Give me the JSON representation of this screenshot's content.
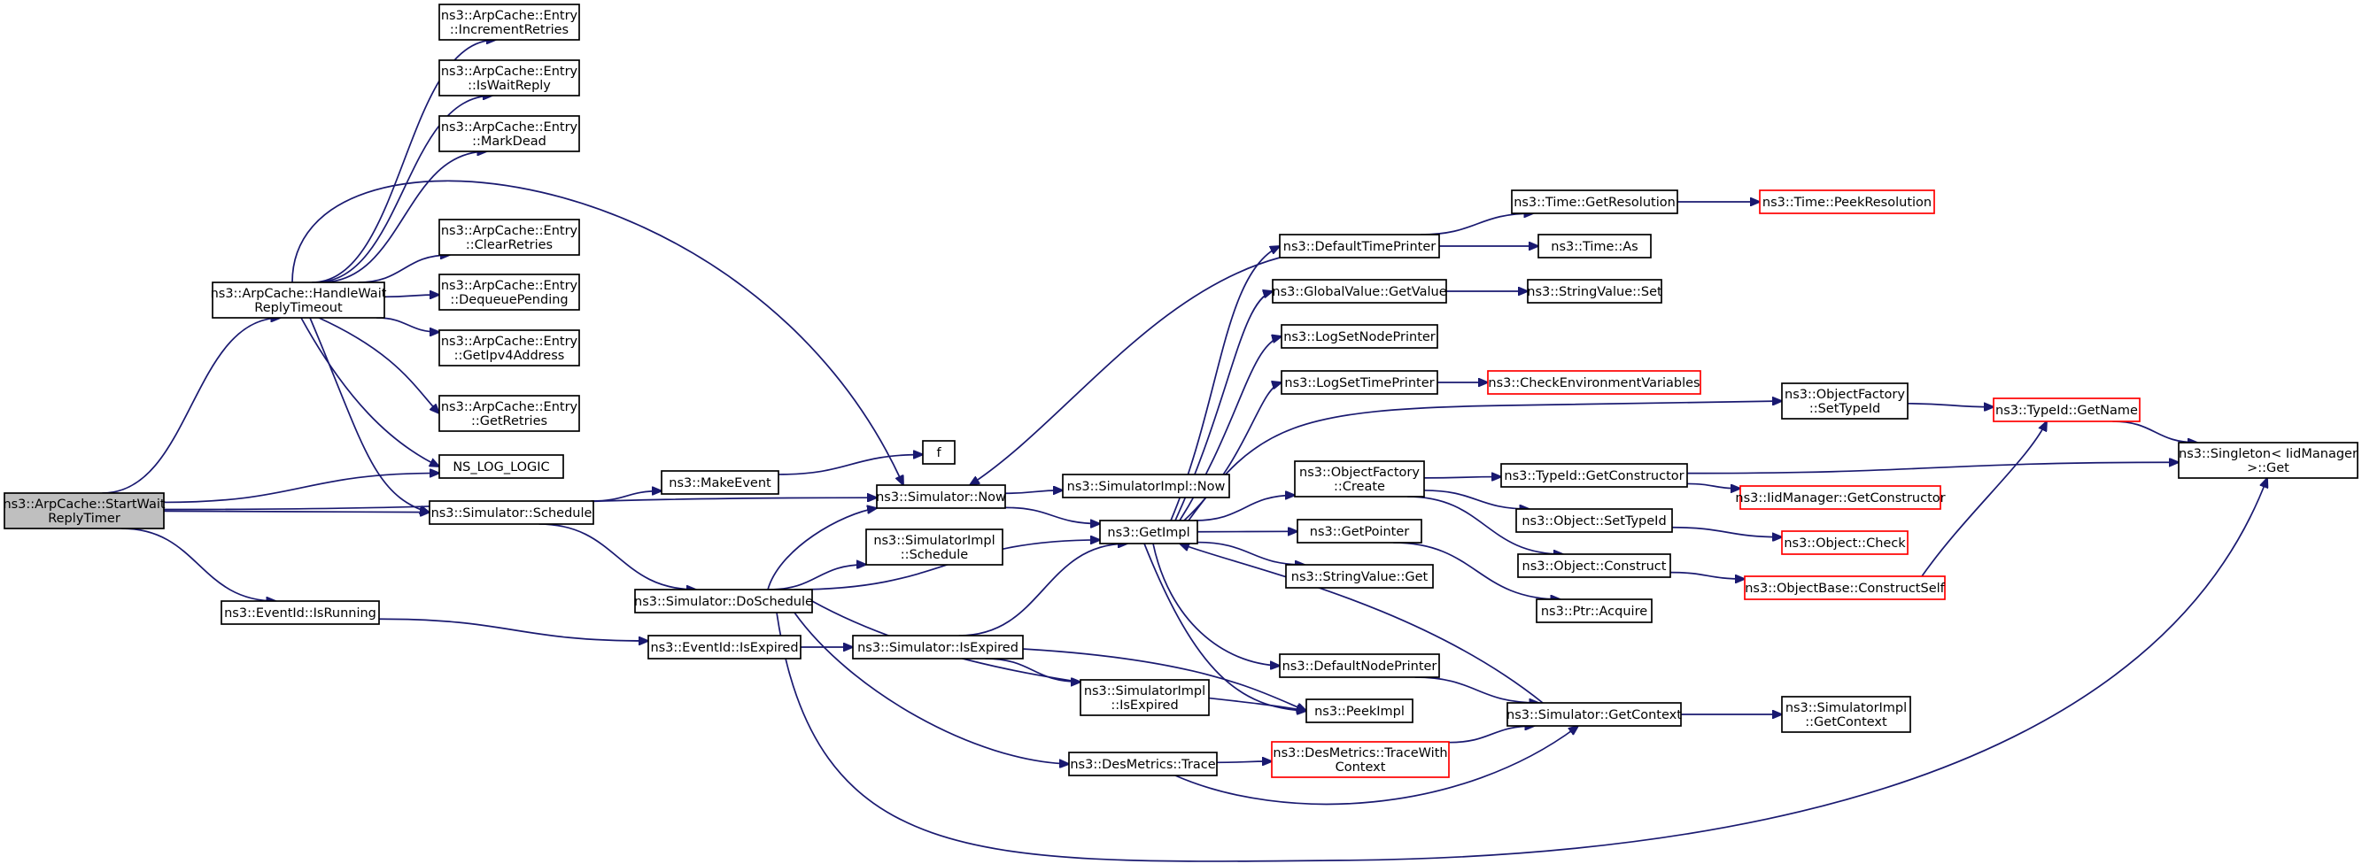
{
  "diagram": {
    "title": "",
    "colors": {
      "edge": "#191970",
      "border_normal": "#000000",
      "border_truncated": "#ff0000",
      "fill_normal": "#ffffff",
      "fill_root": "#bfbfbf",
      "text": "#000000"
    },
    "nodes": [
      {
        "id": "root",
        "lines": [
          "ns3::ArpCache::StartWait",
          "ReplyTimer"
        ],
        "style": "root"
      },
      {
        "id": "handle",
        "lines": [
          "ns3::ArpCache::HandleWait",
          "ReplyTimeout"
        ],
        "style": "normal"
      },
      {
        "id": "incr",
        "lines": [
          "ns3::ArpCache::Entry",
          "::IncrementRetries"
        ],
        "style": "normal"
      },
      {
        "id": "iswait",
        "lines": [
          "ns3::ArpCache::Entry",
          "::IsWaitReply"
        ],
        "style": "normal"
      },
      {
        "id": "markdead",
        "lines": [
          "ns3::ArpCache::Entry",
          "::MarkDead"
        ],
        "style": "normal"
      },
      {
        "id": "clearret",
        "lines": [
          "ns3::ArpCache::Entry",
          "::ClearRetries"
        ],
        "style": "normal"
      },
      {
        "id": "dequeue",
        "lines": [
          "ns3::ArpCache::Entry",
          "::DequeuePending"
        ],
        "style": "normal"
      },
      {
        "id": "getipv4",
        "lines": [
          "ns3::ArpCache::Entry",
          "::GetIpv4Address"
        ],
        "style": "normal"
      },
      {
        "id": "getret",
        "lines": [
          "ns3::ArpCache::Entry",
          "::GetRetries"
        ],
        "style": "normal"
      },
      {
        "id": "nslog",
        "lines": [
          "NS_LOG_LOGIC"
        ],
        "style": "normal"
      },
      {
        "id": "sched",
        "lines": [
          "ns3::Simulator::Schedule"
        ],
        "style": "normal"
      },
      {
        "id": "eventrun",
        "lines": [
          "ns3::EventId::IsRunning"
        ],
        "style": "normal"
      },
      {
        "id": "makeevent",
        "lines": [
          "ns3::MakeEvent"
        ],
        "style": "normal"
      },
      {
        "id": "f",
        "lines": [
          "f"
        ],
        "style": "normal"
      },
      {
        "id": "now",
        "lines": [
          "ns3::Simulator::Now"
        ],
        "style": "normal"
      },
      {
        "id": "simimplsched",
        "lines": [
          "ns3::SimulatorImpl",
          "::Schedule"
        ],
        "style": "normal"
      },
      {
        "id": "dosched",
        "lines": [
          "ns3::Simulator::DoSchedule"
        ],
        "style": "normal"
      },
      {
        "id": "eventexp",
        "lines": [
          "ns3::EventId::IsExpired"
        ],
        "style": "normal"
      },
      {
        "id": "simexp",
        "lines": [
          "ns3::Simulator::IsExpired"
        ],
        "style": "normal"
      },
      {
        "id": "simimplexp",
        "lines": [
          "ns3::SimulatorImpl",
          "::IsExpired"
        ],
        "style": "normal"
      },
      {
        "id": "desmetrics",
        "lines": [
          "ns3::DesMetrics::Trace"
        ],
        "style": "normal"
      },
      {
        "id": "simimplnow",
        "lines": [
          "ns3::SimulatorImpl::Now"
        ],
        "style": "normal"
      },
      {
        "id": "getimpl",
        "lines": [
          "ns3::GetImpl"
        ],
        "style": "normal"
      },
      {
        "id": "deftime",
        "lines": [
          "ns3::DefaultTimePrinter"
        ],
        "style": "normal"
      },
      {
        "id": "globalval",
        "lines": [
          "ns3::GlobalValue::GetValue"
        ],
        "style": "normal"
      },
      {
        "id": "lognode",
        "lines": [
          "ns3::LogSetNodePrinter"
        ],
        "style": "normal"
      },
      {
        "id": "logtime",
        "lines": [
          "ns3::LogSetTimePrinter"
        ],
        "style": "normal"
      },
      {
        "id": "objfcreate",
        "lines": [
          "ns3::ObjectFactory",
          "::Create"
        ],
        "style": "normal"
      },
      {
        "id": "getpointer",
        "lines": [
          "ns3::GetPointer"
        ],
        "style": "normal"
      },
      {
        "id": "strvalget",
        "lines": [
          "ns3::StringValue::Get"
        ],
        "style": "normal"
      },
      {
        "id": "defnode",
        "lines": [
          "ns3::DefaultNodePrinter"
        ],
        "style": "normal"
      },
      {
        "id": "peekimpl",
        "lines": [
          "ns3::PeekImpl"
        ],
        "style": "normal"
      },
      {
        "id": "tracewith",
        "lines": [
          "ns3::DesMetrics::TraceWith",
          "Context"
        ],
        "style": "truncated"
      },
      {
        "id": "timeres",
        "lines": [
          "ns3::Time::GetResolution"
        ],
        "style": "normal"
      },
      {
        "id": "timeas",
        "lines": [
          "ns3::Time::As"
        ],
        "style": "normal"
      },
      {
        "id": "strvalset",
        "lines": [
          "ns3::StringValue::Set"
        ],
        "style": "normal"
      },
      {
        "id": "checkenv",
        "lines": [
          "ns3::CheckEnvironmentVariables"
        ],
        "style": "truncated"
      },
      {
        "id": "typeidgetctor",
        "lines": [
          "ns3::TypeId::GetConstructor"
        ],
        "style": "normal"
      },
      {
        "id": "objsettype",
        "lines": [
          "ns3::Object::SetTypeId"
        ],
        "style": "normal"
      },
      {
        "id": "objconstruct",
        "lines": [
          "ns3::Object::Construct"
        ],
        "style": "normal"
      },
      {
        "id": "ptracq",
        "lines": [
          "ns3::Ptr::Acquire"
        ],
        "style": "normal"
      },
      {
        "id": "simgetctx",
        "lines": [
          "ns3::Simulator::GetContext"
        ],
        "style": "normal"
      },
      {
        "id": "peekres",
        "lines": [
          "ns3::Time::PeekResolution"
        ],
        "style": "truncated"
      },
      {
        "id": "objfsettype",
        "lines": [
          "ns3::ObjectFactory",
          "::SetTypeId"
        ],
        "style": "normal"
      },
      {
        "id": "typeidgetname",
        "lines": [
          "ns3::TypeId::GetName"
        ],
        "style": "truncated"
      },
      {
        "id": "iidgetctor",
        "lines": [
          "ns3::IidManager::GetConstructor"
        ],
        "style": "truncated"
      },
      {
        "id": "objcheck",
        "lines": [
          "ns3::Object::Check"
        ],
        "style": "truncated"
      },
      {
        "id": "objbaseconstruct",
        "lines": [
          "ns3::ObjectBase::ConstructSelf"
        ],
        "style": "truncated"
      },
      {
        "id": "simimplctx",
        "lines": [
          "ns3::SimulatorImpl",
          "::GetContext"
        ],
        "style": "normal"
      },
      {
        "id": "singleton",
        "lines": [
          "ns3::Singleton< IidManager",
          " >::Get"
        ],
        "style": "normal"
      }
    ],
    "edges": [
      [
        "root",
        "handle"
      ],
      [
        "root",
        "nslog"
      ],
      [
        "root",
        "sched"
      ],
      [
        "root",
        "now"
      ],
      [
        "root",
        "eventrun"
      ],
      [
        "handle",
        "incr"
      ],
      [
        "handle",
        "iswait"
      ],
      [
        "handle",
        "markdead"
      ],
      [
        "handle",
        "clearret"
      ],
      [
        "handle",
        "dequeue"
      ],
      [
        "handle",
        "getipv4"
      ],
      [
        "handle",
        "getret"
      ],
      [
        "handle",
        "nslog"
      ],
      [
        "handle",
        "sched"
      ],
      [
        "handle",
        "now"
      ],
      [
        "sched",
        "makeevent"
      ],
      [
        "sched",
        "dosched"
      ],
      [
        "makeevent",
        "f"
      ],
      [
        "eventrun",
        "eventexp"
      ],
      [
        "now",
        "simimplnow"
      ],
      [
        "now",
        "getimpl"
      ],
      [
        "dosched",
        "now"
      ],
      [
        "dosched",
        "simimplsched"
      ],
      [
        "dosched",
        "getimpl"
      ],
      [
        "dosched",
        "desmetrics"
      ],
      [
        "dosched",
        "peekimpl"
      ],
      [
        "dosched",
        "singleton"
      ],
      [
        "eventexp",
        "simexp"
      ],
      [
        "simexp",
        "getimpl"
      ],
      [
        "simexp",
        "simimplexp"
      ],
      [
        "simexp",
        "peekimpl"
      ],
      [
        "desmetrics",
        "tracewith"
      ],
      [
        "desmetrics",
        "simgetctx"
      ],
      [
        "tracewith",
        "simgetctx"
      ],
      [
        "getimpl",
        "deftime"
      ],
      [
        "getimpl",
        "globalval"
      ],
      [
        "getimpl",
        "lognode"
      ],
      [
        "getimpl",
        "logtime"
      ],
      [
        "getimpl",
        "objfsettype"
      ],
      [
        "getimpl",
        "objfcreate"
      ],
      [
        "getimpl",
        "getpointer"
      ],
      [
        "getimpl",
        "strvalget"
      ],
      [
        "getimpl",
        "defnode"
      ],
      [
        "getimpl",
        "peekimpl"
      ],
      [
        "deftime",
        "now"
      ],
      [
        "deftime",
        "timeres"
      ],
      [
        "deftime",
        "timeas"
      ],
      [
        "globalval",
        "strvalset"
      ],
      [
        "logtime",
        "checkenv"
      ],
      [
        "objfcreate",
        "typeidgetctor"
      ],
      [
        "objfcreate",
        "objsettype"
      ],
      [
        "objfcreate",
        "objconstruct"
      ],
      [
        "getpointer",
        "ptracq"
      ],
      [
        "defnode",
        "simgetctx"
      ],
      [
        "simgetctx",
        "getimpl"
      ],
      [
        "simgetctx",
        "simimplctx"
      ],
      [
        "timeres",
        "peekres"
      ],
      [
        "objfsettype",
        "typeidgetname"
      ],
      [
        "typeidgetctor",
        "iidgetctor"
      ],
      [
        "typeidgetctor",
        "singleton"
      ],
      [
        "objsettype",
        "objcheck"
      ],
      [
        "objconstruct",
        "objbaseconstruct"
      ],
      [
        "objbaseconstruct",
        "typeidgetname"
      ],
      [
        "typeidgetname",
        "singleton"
      ]
    ]
  }
}
